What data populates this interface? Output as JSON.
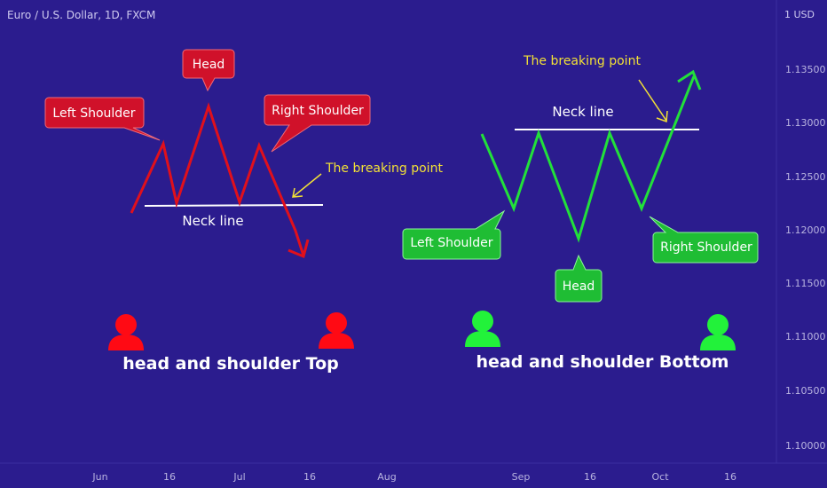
{
  "header": {
    "symbol": "Euro / U.S. Dollar, 1D, FXCM",
    "currency": "1 USD"
  },
  "chart_data": {
    "type": "line",
    "price_axis": {
      "ticks": [
        "1.13500",
        "1.13000",
        "1.12500",
        "1.12000",
        "1.11500",
        "1.11000",
        "1.10500",
        "1.10000"
      ]
    },
    "time_axis": {
      "ticks": [
        "Jun",
        "16",
        "Jul",
        "16",
        "Aug",
        "Sep",
        "16",
        "Oct",
        "16"
      ]
    },
    "patterns": [
      {
        "name": "head and shoulder Top",
        "color": "#e0101c",
        "labels": {
          "left_shoulder": "Left Shoulder",
          "head": "Head",
          "right_shoulder": "Right Shoulder",
          "neck_line": "Neck line",
          "breaking_point": "The breaking point"
        }
      },
      {
        "name": "head and shoulder Bottom",
        "color": "#22e03a",
        "labels": {
          "left_shoulder": "Left Shoulder",
          "head": "Head",
          "right_shoulder": "Right Shoulder",
          "neck_line": "Neck line",
          "breaking_point": "The breaking point"
        }
      }
    ],
    "colors": {
      "background": "#2b1c8e",
      "top_pattern": "#e0101c",
      "bottom_pattern": "#22e03a",
      "neck_line": "#ffffff",
      "breaking_point_text": "#f2e036",
      "axis_text": "#b9b4e0"
    }
  }
}
